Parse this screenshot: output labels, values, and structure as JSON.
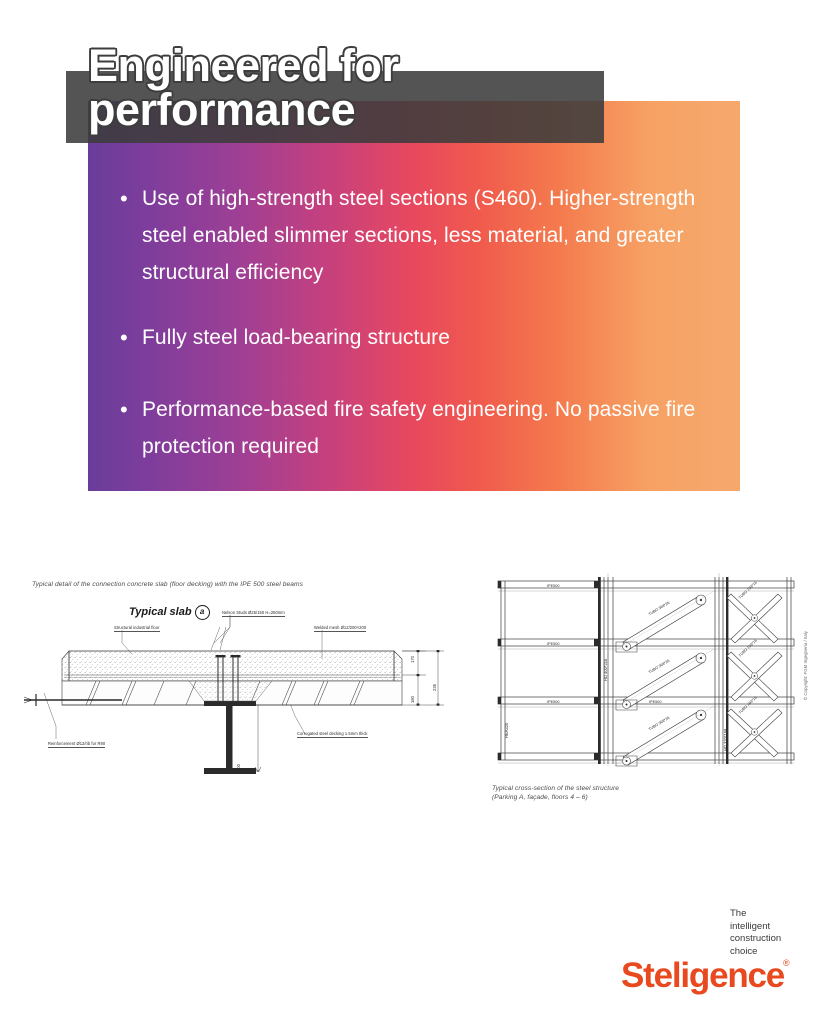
{
  "hero": {
    "title": "Engineered for\nperformance",
    "bullets": [
      "Use of high-strength steel sections (S460). Higher-strength steel enabled slimmer sections, less material, and greater structural efficiency",
      "Fully steel load-bearing structure",
      "Performance-based fire safety engineering. No passive fire protection required"
    ],
    "bullet_marker": "•",
    "colors": {
      "gradient_start": "#6a3d9a",
      "gradient_mid_magenta": "#c4407f",
      "gradient_mid_red": "#e8485e",
      "gradient_end": "#f6a96d",
      "title_band": "#3c3c3c",
      "text": "#ffffff"
    }
  },
  "figures": {
    "slab": {
      "caption": "Typical detail of the connection concrete slab (floor decking) with the IPE 500 steel beams",
      "title": "Typical slab",
      "title_badge": "a",
      "annotations": {
        "structural_floor": "Structural industrial floor",
        "nelson_studs": "Nelson Studs Ø25/150 H=250mm",
        "welded_mesh": "Welded mesh Ø12/200×200",
        "reinforcement": "Reinforcement  Ø12/rib for R90",
        "decking": "Corrugated steel decking 1.5mm thick",
        "dim_top": "170",
        "dim_total": "235",
        "dim_rib": "180",
        "dim_beam": "500"
      }
    },
    "cross_section": {
      "caption_line1": "Typical cross-section of the steel structure",
      "caption_line2": "(Parking A, façade, floors 4 – 6)",
      "copyright": "© Copyright: FGM Ingegneria / Italy",
      "labels": {
        "beam_1": "IPE500",
        "beam_2": "IPE500",
        "beam_3": "IPE500",
        "beam_4": "IPE500",
        "column_left": "HEA320",
        "column_mid": "HD 400*216",
        "column_right": "HD 320*158",
        "brace_1": "TUBO  368*26",
        "brace_2": "TUBO  368*26",
        "brace_3": "TUBO  368*26",
        "diag_a": "TUBO 193*16",
        "diag_b": "TUBO 193*16",
        "diag_c": "TUBO 193*16"
      }
    }
  },
  "logo": {
    "tagline": "The\nintelligent\nconstruction\nchoice",
    "wordmark": "Steligence",
    "registered": "®",
    "color": "#e8491f"
  }
}
